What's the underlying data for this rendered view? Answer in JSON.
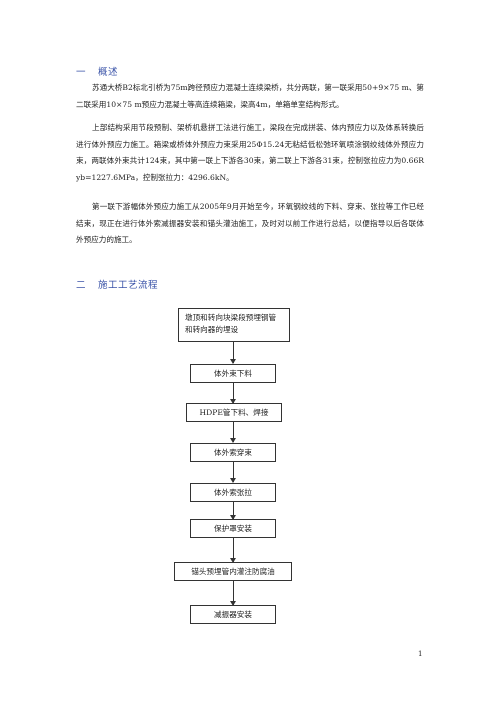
{
  "section1": {
    "num": "一",
    "title": "概述",
    "paragraphs": [
      "苏通大桥B2标北引桥为75m跨径预应力混凝土连续梁桥，共分两联，第一联采用50+9×75 m、第二联采用10×75 m预应力混凝土等高连续箱梁，梁高4m，单箱单室结构形式。",
      "上部结构采用节段预制、架桥机悬拼工法进行施工，梁段在完成拼装、体内预应力以及体系转换后进行体外预应力施工。箱梁或桥体外预应力束采用25Φ15.24无粘结低松弛环氧喷涂钢绞线体外预应力束，两联体外束共计124束，其中第一联上下游各30束，第二联上下游各31束，控制张拉应力为0.66Ryb=1227.6MPa，控制张拉力：4296.6kN。",
      "第一联下游幅体外预应力施工从2005年9月开始至今，环氧钢绞线的下料、穿束、张拉等工作已经结束，现正在进行体外索减振器安装和锚头灌油施工，及时对以前工作进行总结，以便指导以后各联体外预应力的施工。"
    ]
  },
  "section2": {
    "num": "二",
    "title": "施工工艺流程"
  },
  "flow": [
    "墩顶和转向块梁段预埋钢管和转向器的埋设",
    "体外束下料",
    "HDPE管下料、焊接",
    "体外索穿束",
    "体外索张拉",
    "保护罩安装",
    "锚头预埋管内灌注防腐油",
    "减振器安装"
  ],
  "page_number": "1"
}
